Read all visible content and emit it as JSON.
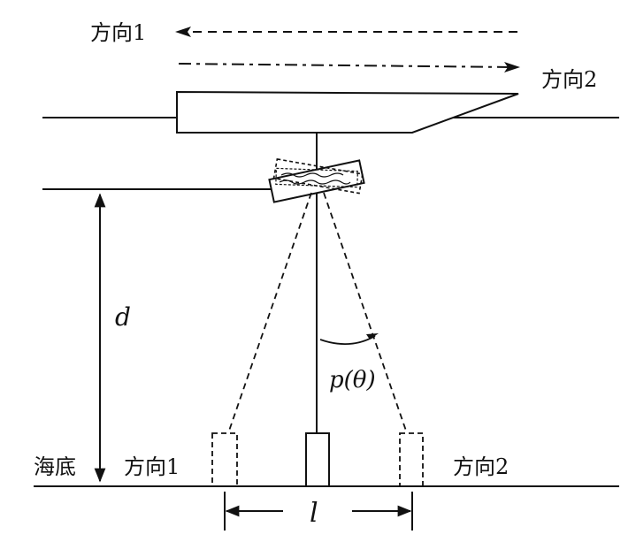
{
  "labels": {
    "top_direction_1": "方向1",
    "top_direction_2": "方向2",
    "depth": "d",
    "angle": "p(θ)",
    "seabed": "海底",
    "bottom_direction_1": "方向1",
    "bottom_direction_2": "方向2",
    "length": "l"
  }
}
